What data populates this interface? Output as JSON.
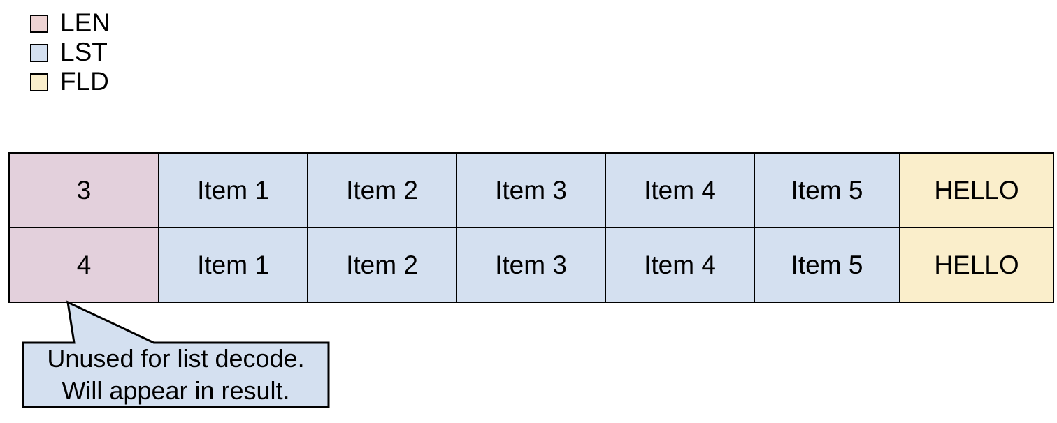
{
  "legend": {
    "items": [
      {
        "label": "LEN",
        "color": "#edd3d3",
        "icon": "color-swatch-icon"
      },
      {
        "label": "LST",
        "color": "#d4e0f0",
        "icon": "color-swatch-icon"
      },
      {
        "label": "FLD",
        "color": "#faeecb",
        "icon": "color-swatch-icon"
      }
    ]
  },
  "table": {
    "columns": [
      "LEN",
      "LST",
      "LST",
      "LST",
      "LST",
      "LST",
      "FLD"
    ],
    "rows": [
      {
        "cells": [
          "3",
          "Item 1",
          "Item 2",
          "Item 3",
          "Item 4",
          "Item 5",
          "HELLO"
        ]
      },
      {
        "cells": [
          "4",
          "Item 1",
          "Item 2",
          "Item 3",
          "Item 4",
          "Item 5",
          "HELLO"
        ]
      }
    ],
    "colors": {
      "len": "#e3d0dc",
      "lst": "#d4e0f0",
      "fld": "#faeecb",
      "border": "#000000"
    }
  },
  "callout": {
    "lines": [
      "Unused for list decode.",
      "Will appear in result."
    ],
    "fill": "#d4e0f0",
    "stroke": "#000000",
    "target": "len-cell-row-2"
  }
}
